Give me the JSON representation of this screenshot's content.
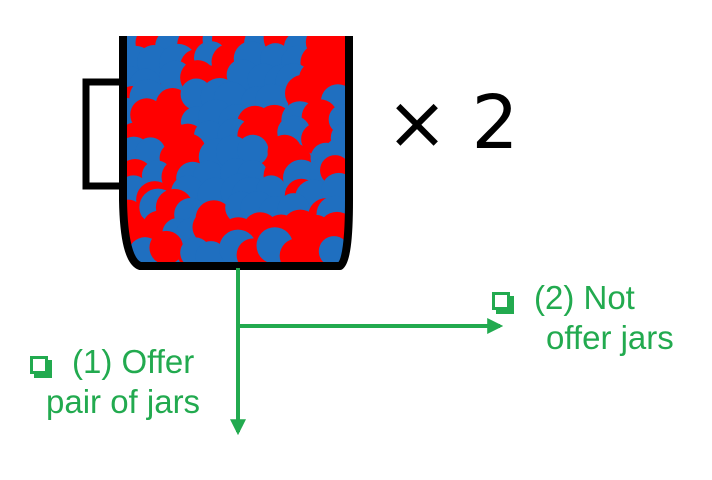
{
  "diagram": {
    "multiplier": "× 2",
    "colors": {
      "red_ball": "#ff0000",
      "blue_ball": "#1f6fc0",
      "jar_outline": "#000000",
      "arrow": "#22aa4f"
    },
    "options": [
      {
        "line1": "(1) Offer",
        "line2": "pair of jars",
        "icon": "checkbox-icon"
      },
      {
        "line1": "(2) Not",
        "line2": "offer jars",
        "icon": "checkbox-icon"
      }
    ]
  }
}
